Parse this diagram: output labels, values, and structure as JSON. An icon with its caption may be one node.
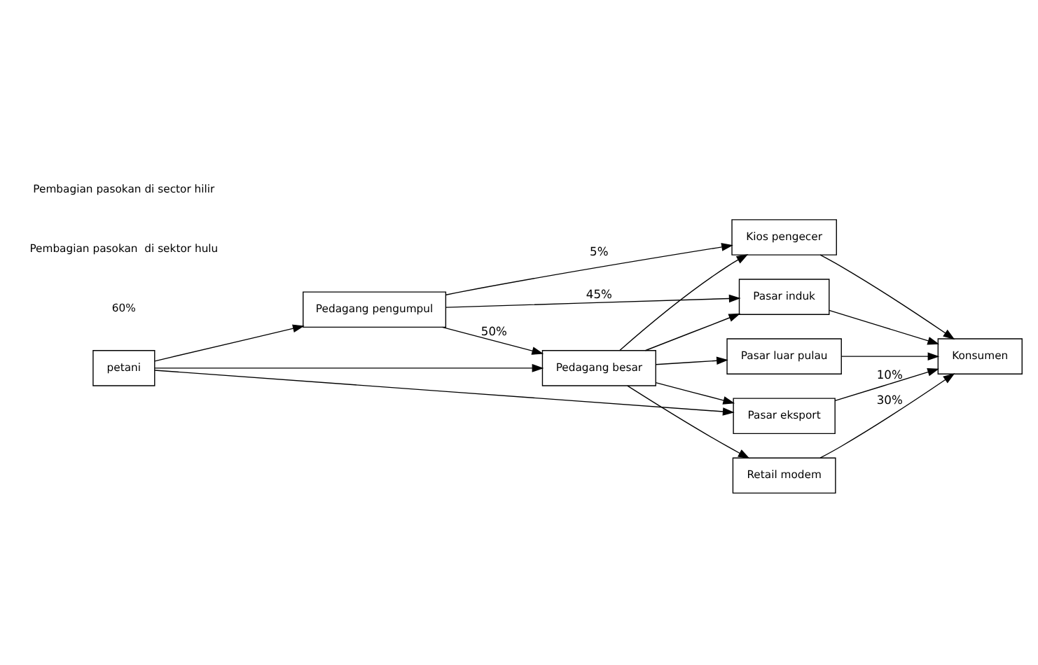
{
  "diagram": {
    "nodes": [
      {
        "text": [
          "petani"
        ]
      },
      {
        "text": [
          "Pedagang pengumpul"
        ]
      },
      {
        "text": [
          "Pedagang besar"
        ]
      },
      {
        "text": [
          "Kios pengecer"
        ]
      },
      {
        "text": [
          "Pasar luar pulau"
        ]
      },
      {
        "text": [
          "Pasar induk"
        ]
      },
      {
        "text": [
          "Retail modem"
        ]
      },
      {
        "text": [
          "Pasar eksport"
        ]
      },
      {
        "text": [
          "Konsumen"
        ]
      }
    ],
    "edges": [
      {
        "from": 0,
        "to": 1,
        "arrow": "to"
      },
      {
        "from": 1,
        "to": 3,
        "arrow": "to",
        "label": "5%"
      },
      {
        "from": 1,
        "to": 5,
        "arrow": "to",
        "label": "45%"
      },
      {
        "from": 1,
        "to": 2,
        "arrow": "to",
        "label": "50%"
      },
      {
        "from": 2,
        "to": 3,
        "arrow": "to"
      },
      {
        "from": 2,
        "to": 4,
        "arrow": "to"
      },
      {
        "from": 2,
        "to": 5,
        "arrow": "to"
      },
      {
        "from": 2,
        "to": 6,
        "arrow": "to"
      },
      {
        "from": 2,
        "to": 7,
        "arrow": "to"
      },
      {
        "from": 0,
        "to": 2,
        "arrow": "to"
      },
      {
        "from": 0,
        "to": 7,
        "arrow": "to"
      },
      {
        "from": 3,
        "to": 8,
        "arrow": "to"
      },
      {
        "from": 4,
        "to": 8,
        "arrow": "to"
      },
      {
        "from": 5,
        "to": 8,
        "arrow": "to"
      },
      {
        "from": 6,
        "to": 8,
        "arrow": "to",
        "label": "30%"
      },
      {
        "from": 7,
        "to": 8,
        "arrow": "to",
        "label": "10%"
      }
    ],
    "labels": [
      "60%",
      "Pembagian pasokan  di sektor hulu",
      "Pembagian pasokan di sector hilir"
    ]
  }
}
